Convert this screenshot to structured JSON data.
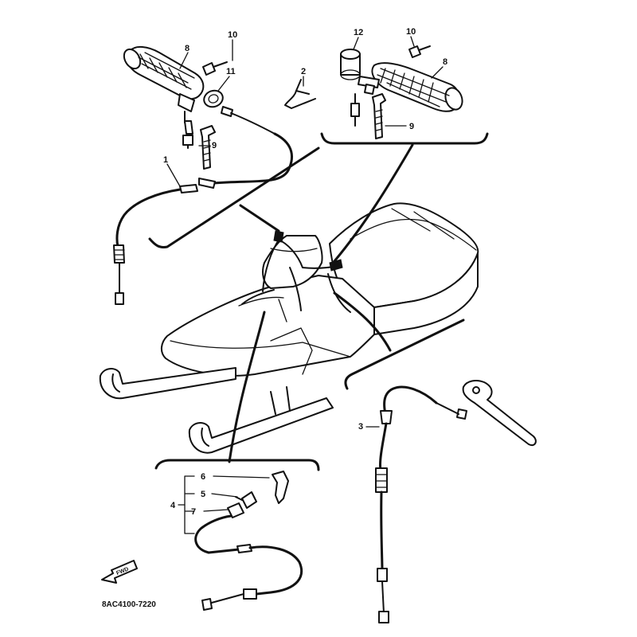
{
  "diagram": {
    "callouts": {
      "c1": "1",
      "c2": "2",
      "c3": "3",
      "c4": "4",
      "c5": "5",
      "c6": "6",
      "c7": "7",
      "c8_left": "8",
      "c8_right": "8",
      "c9_left": "9",
      "c9_right": "9",
      "c10_left": "10",
      "c10_right": "10",
      "c11": "11",
      "c12": "12"
    },
    "fwd_label": "FWD",
    "drawing_code": "8AC4100-7220"
  }
}
